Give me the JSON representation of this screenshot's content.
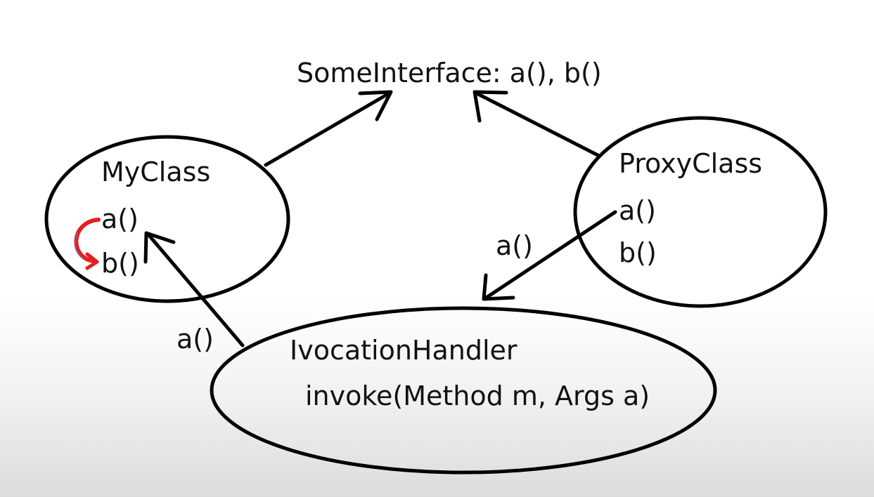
{
  "diagram": {
    "interface": {
      "label": "SomeInterface: a(), b()"
    },
    "my_class": {
      "title": "MyClass",
      "method_a": "a()",
      "method_b": "b()"
    },
    "proxy_class": {
      "title": "ProxyClass",
      "method_a": "a()",
      "method_b": "b()"
    },
    "handler": {
      "title": "IvocationHandler",
      "method": "invoke(Method m, Args a)"
    },
    "edge_labels": {
      "proxy_to_handler": "a()",
      "handler_to_myclass": "a()"
    },
    "colors": {
      "ink": "#000000",
      "self_call_arrow": "#e02020"
    }
  }
}
